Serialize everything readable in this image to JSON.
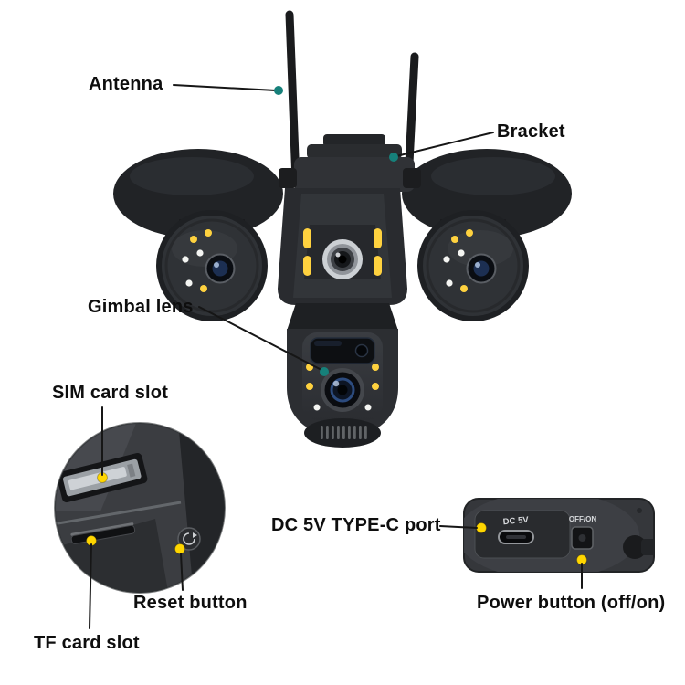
{
  "labels": {
    "antenna": "Antenna",
    "bracket": "Bracket",
    "gimbal_lens": "Gimbal lens",
    "sim_card_slot": "SIM card slot",
    "dc_port": "DC 5V TYPE-C port",
    "power_button": "Power button (off/on)",
    "reset_button": "Reset button",
    "tf_card_slot": "TF card slot"
  },
  "inset_port": {
    "dc_marking": "DC 5V",
    "power_marking": "OFF/ON"
  },
  "colors": {
    "background": "#ffffff",
    "label_text": "#0e0e0e",
    "pointer_line": "#161616",
    "accent_teal": "#16807a",
    "marker_yellow": "#ffd600",
    "camera_body": "#2b2d31",
    "led_yellow": "#ffd23f",
    "led_white": "#f4f5f2"
  }
}
